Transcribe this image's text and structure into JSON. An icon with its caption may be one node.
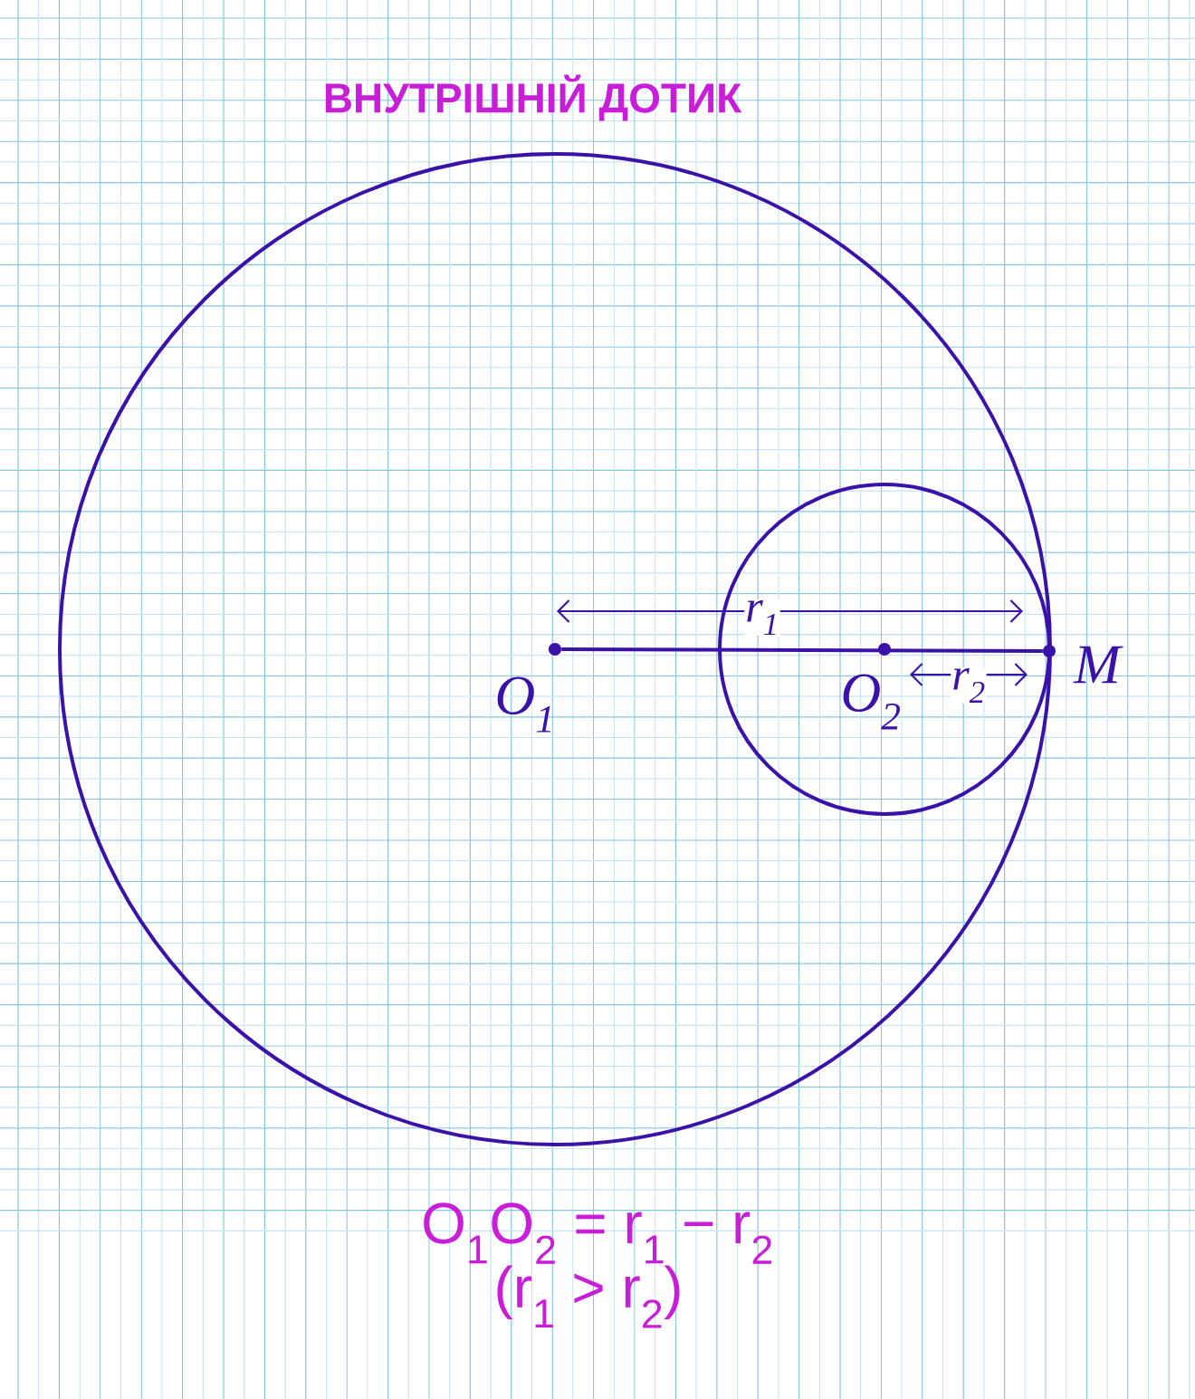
{
  "diagram": {
    "title": "ВНУТРІШНІЙ ДОТИК",
    "nodes": [
      {
        "text": [],
        "shape": "circle",
        "beside": [
          "O$_{1}$"
        ]
      },
      {
        "text": [],
        "shape": "circle",
        "beside": [
          "O$_{2}$"
        ]
      },
      {
        "text": [],
        "shape": "circle",
        "beside": [
          "M"
        ]
      }
    ],
    "edges": [
      {
        "from": 0,
        "to": 2,
        "arrow": "none"
      }
    ],
    "labels": [
      "r$_{1}$",
      "r$_{2}$",
      "O$_{1}$O$_{2}$ = r$_{1}$ − r$_{2}$",
      "(r$_{1}$ > r$_{2}$)"
    ]
  }
}
